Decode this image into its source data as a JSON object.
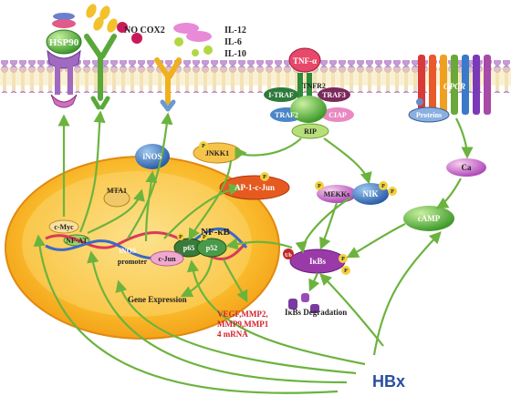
{
  "labels": {
    "hsp90": "HSP90",
    "no_cox2": "NO COX2",
    "il12": "IL-12",
    "il6": "IL-6",
    "il10": "IL-10",
    "tnf": "TNF-α",
    "tnfr2": "TNFR2",
    "itraf": "I-TRAF",
    "traf2": "TRAF2",
    "traf3": "TRAF3",
    "ciap": "CIAP",
    "rip": "RIP",
    "gpcr": "GPCR",
    "proteins": "Proteins",
    "ca": "Ca",
    "camp": "cAMP",
    "inos": "iNOS",
    "jnkk1": "JNKK1",
    "ap1": "AP-1-c-Jun",
    "mekks": "MEKKs",
    "nik": "NIK",
    "mta1": "MTA1",
    "cmyc": "c-Myc",
    "nfat": "NF-AT",
    "inos_promoter_1": "iNOS",
    "inos_promoter_2": "promoter",
    "cjun": "c-Jun",
    "nfkb": "NF-κB",
    "p65": "p65",
    "p52": "p52",
    "ub": "Ub",
    "ikbs": "IκBs",
    "ikbs_degradation": "IκBs Degradation",
    "gene_expression": "Gene Expression",
    "mrna_1": "VEGF,MMP2,",
    "mrna_2": "MMP9,MMP1",
    "mrna_3": "4 mRNA",
    "hbx": "HBx",
    "phos": "P"
  },
  "colors": {
    "membrane": "#c7a0d6",
    "nucleus": "#f7a91a",
    "arrow": "#6cb33e",
    "hbx_text": "#2a4fa0",
    "mrna_text": "#d0222a"
  }
}
